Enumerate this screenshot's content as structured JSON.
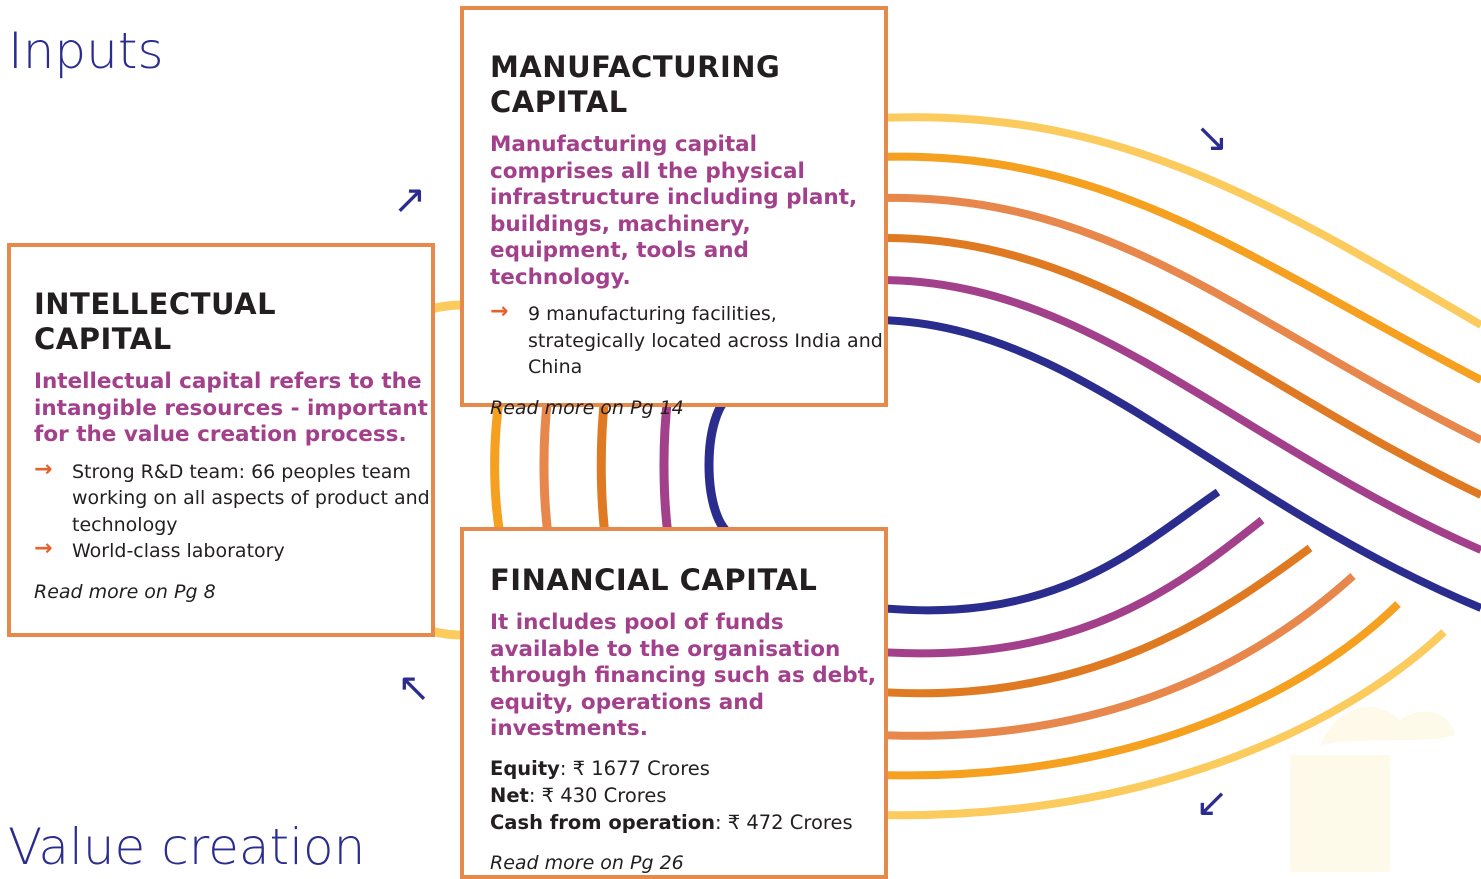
{
  "headings": {
    "top": "Inputs",
    "bottom": "Value creation"
  },
  "arrows": {
    "top_left": "↗",
    "top_right": "↘",
    "bottom_left": "↖",
    "bottom_right": "↙"
  },
  "cards": {
    "manufacturing": {
      "title_line1": "MANUFACTURING",
      "title_line2": "CAPITAL",
      "description": "Manufacturing capital comprises all the physical infrastructure including plant, buildings, machinery, equipment, tools and technology.",
      "bullets": [
        "9 manufacturing facilities, strategically located across India and China"
      ],
      "read_more": "Read more on Pg 14"
    },
    "intellectual": {
      "title_line1": "INTELLECTUAL",
      "title_line2": "CAPITAL",
      "description": "Intellectual capital refers to the intangible resources - important for the value creation process.",
      "bullets": [
        "Strong R&D team: 66 peoples team working on all aspects of product and technology",
        "World-class laboratory"
      ],
      "read_more": "Read more on Pg 8"
    },
    "financial": {
      "title": "FINANCIAL CAPITAL",
      "description": "It includes pool of funds available to the organisation through financing such as debt, equity, operations and investments.",
      "stats": [
        {
          "label": "Equity",
          "value": ": ₹ 1677 Crores"
        },
        {
          "label": "Net",
          "value": ": ₹ 430 Crores"
        },
        {
          "label": "Cash from operation",
          "value": ": ₹ 472 Crores"
        }
      ],
      "read_more": "Read more on Pg 26"
    }
  },
  "colors": {
    "heading_blue": "#2b2d8e",
    "card_border": "#e68a4c",
    "description_purple": "#a3408c",
    "bullet_arrow": "#e8612c",
    "band_colors": [
      "#fccb5e",
      "#f6a020",
      "#e8874c",
      "#e07a22",
      "#a3408c",
      "#2b2d8e"
    ]
  },
  "bullet_icon": "→"
}
